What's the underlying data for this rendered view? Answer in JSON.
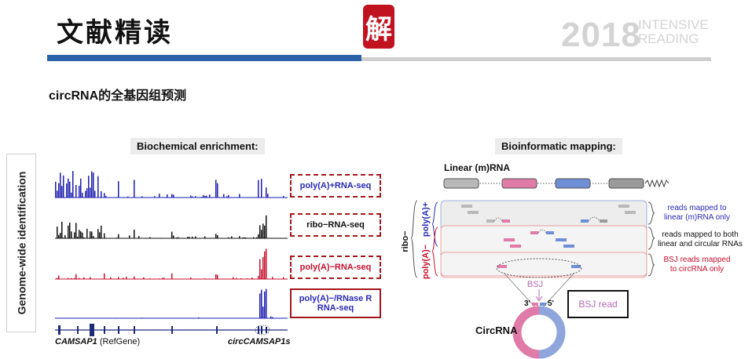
{
  "header": {
    "title": "文献精读",
    "seal": "解",
    "year": "2018",
    "sub1": "INTENSIVE",
    "sub2": "READING"
  },
  "section_title": "circRNA的全基因组预测",
  "side_label": "Genome-wide identification",
  "left_panel": {
    "title": "Biochemical enrichment:",
    "tracks": [
      {
        "label_a": "poly(A)+ ",
        "label_b": "RNA-seq",
        "color_a": "#2a2ab8",
        "color_b": "#2a2ab8",
        "track_color": "#1d1db0",
        "box": "dashed"
      },
      {
        "label_a": "ribo− ",
        "label_b": "RNA-seq",
        "color_a": "#111111",
        "color_b": "#111111",
        "track_color": "#111111",
        "box": "dashed"
      },
      {
        "label_a": "poly(A)− ",
        "label_b": "RNA-seq",
        "color_a": "#c8102e",
        "color_b": "#c8102e",
        "track_color": "#c8102e",
        "box": "dashed"
      },
      {
        "label_a": "poly(A)−/RNase R",
        "label_b": "RNA-seq",
        "color_a": "#2a2ab8",
        "color_b": "#2a2ab8",
        "track_color": "#1d1db0",
        "box": "solid"
      }
    ],
    "gene_name": "CAMSAP1",
    "gene_ref": " (RefGene)",
    "circ_name": "circCAMSAP1s"
  },
  "right_panel": {
    "title": "Bioinformatic mapping:",
    "linear_label": "Linear (m)RNA",
    "ribo": "ribo−",
    "polyA_plus": "poly(A)+",
    "polyA_minus": "poly(A)−",
    "ann1": [
      "reads mapped to",
      "linear (m)RNA only"
    ],
    "ann2": [
      "reads mapped to both",
      "linear and circular RNAs"
    ],
    "ann3": [
      "BSJ reads mapped",
      "to circRNA only"
    ],
    "bsj": "BSJ",
    "three_prime": "3'",
    "five_prime": "5'",
    "bsj_read": "BSJ read",
    "circrna": "CircRNA"
  }
}
